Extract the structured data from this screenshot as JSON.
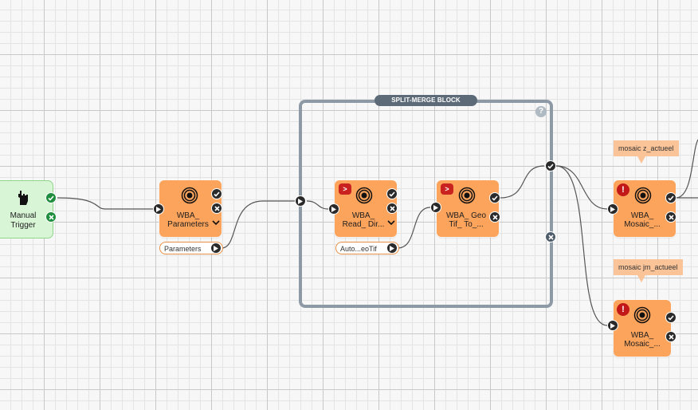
{
  "canvas": {
    "split_merge_block": {
      "label": "SPLIT-MERGE BLOCK",
      "help_glyph": "?"
    },
    "manual_trigger": {
      "label": "Manual\nTrigger",
      "icon": "hand-pointer-icon",
      "color": "#d8f5d6"
    },
    "nodes": {
      "parameters": {
        "title": "WBA_\nParameters",
        "output_pill": "Parameters"
      },
      "read_dir": {
        "title": "WBA_\nRead_ Dir...",
        "output_pill": "Auto...eoTif",
        "badge": ">"
      },
      "geotif": {
        "title": "WBA_ Geo\nTif_ To_...",
        "badge": ">"
      },
      "mosaic1": {
        "title": "WBA_\nMosaic_...",
        "callout": "mosaic z_actueel",
        "error_glyph": "!"
      },
      "mosaic2": {
        "title": "WBA_\nMosaic_...",
        "callout": "mosaic jm_actueel",
        "error_glyph": "!"
      }
    },
    "colors": {
      "node": "#fca35c",
      "block_border": "#8d9aa6",
      "error": "#c21818",
      "success_port": "#1e8e3e"
    }
  }
}
